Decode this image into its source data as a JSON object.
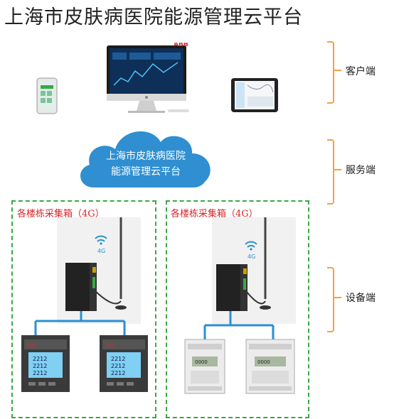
{
  "title": "上海市皮肤病医院能源管理云平台",
  "tiers": {
    "client": "客户端",
    "server": "服务端",
    "device": "设备端"
  },
  "cloud": {
    "line1": "上海市皮肤病医院",
    "line2": "能源管理云平台"
  },
  "monitor_logo": "ABB",
  "collectors": [
    {
      "title": "各楼栋采集箱（4G）",
      "signal": "4G"
    },
    {
      "title": "各楼栋采集箱（4G）",
      "signal": "4G"
    }
  ],
  "colors": {
    "accent_orange": "#f0a244",
    "dash_green": "#3aa845",
    "cloud_blue": "#2f8fd1",
    "title_red": "#d8262b",
    "link_blue": "#2b8fd1"
  },
  "icons": [
    "phone-icon",
    "desktop-monitor-icon",
    "tablet-icon",
    "cloud-icon",
    "wifi-icon",
    "4g-router-icon",
    "antenna-icon",
    "power-meter-icon",
    "din-rail-meter-icon"
  ]
}
